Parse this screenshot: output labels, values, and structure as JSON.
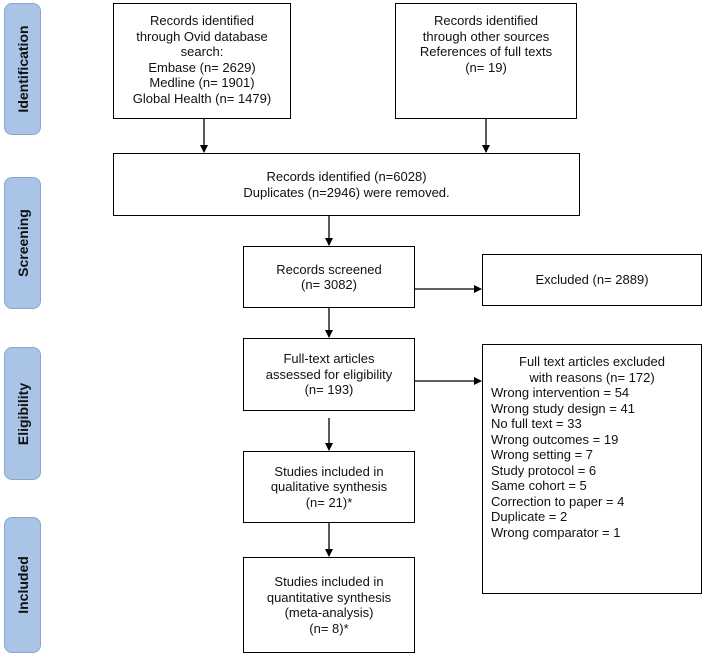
{
  "phases": {
    "identification": "Identification",
    "screening": "Screening",
    "eligibility": "Eligibility",
    "included": "Included"
  },
  "boxes": {
    "ovid": {
      "lines": [
        "Records identified",
        "through Ovid database",
        "search:",
        "Embase (n= 2629)",
        "Medline (n= 1901)",
        "Global Health (n= 1479)"
      ]
    },
    "other": {
      "lines": [
        "Records identified",
        "through other sources",
        "References of full texts",
        "(n= 19)"
      ]
    },
    "combined": {
      "lines": [
        "Records identified (n=6028)",
        "Duplicates (n=2946)  were removed."
      ]
    },
    "screened": {
      "lines": [
        "Records screened",
        "(n= 3082)"
      ]
    },
    "excluded": {
      "lines": [
        "Excluded (n= 2889)"
      ]
    },
    "fulltext": {
      "lines": [
        "Full-text articles",
        "assessed for eligibility",
        "(n= 193)"
      ]
    },
    "qualitative": {
      "lines": [
        "Studies included in",
        "qualitative synthesis",
        "(n= 21)*"
      ]
    },
    "quantitative": {
      "lines": [
        "Studies included in",
        "quantitative synthesis",
        "(meta-analysis)",
        "(n= 8)*"
      ]
    },
    "fulltext_excluded": {
      "heading": [
        "Full text articles excluded",
        "with reasons (n= 172)"
      ],
      "reasons": [
        "Wrong intervention = 54",
        "Wrong study design = 41",
        "No full text = 33",
        "Wrong outcomes = 19",
        "Wrong setting = 7",
        "Study protocol = 6",
        "Same cohort = 5",
        "Correction to paper = 4",
        "Duplicate = 2",
        "Wrong comparator = 1"
      ]
    }
  },
  "colors": {
    "phase_fill": "#a9c4e6",
    "line": "#000000"
  }
}
